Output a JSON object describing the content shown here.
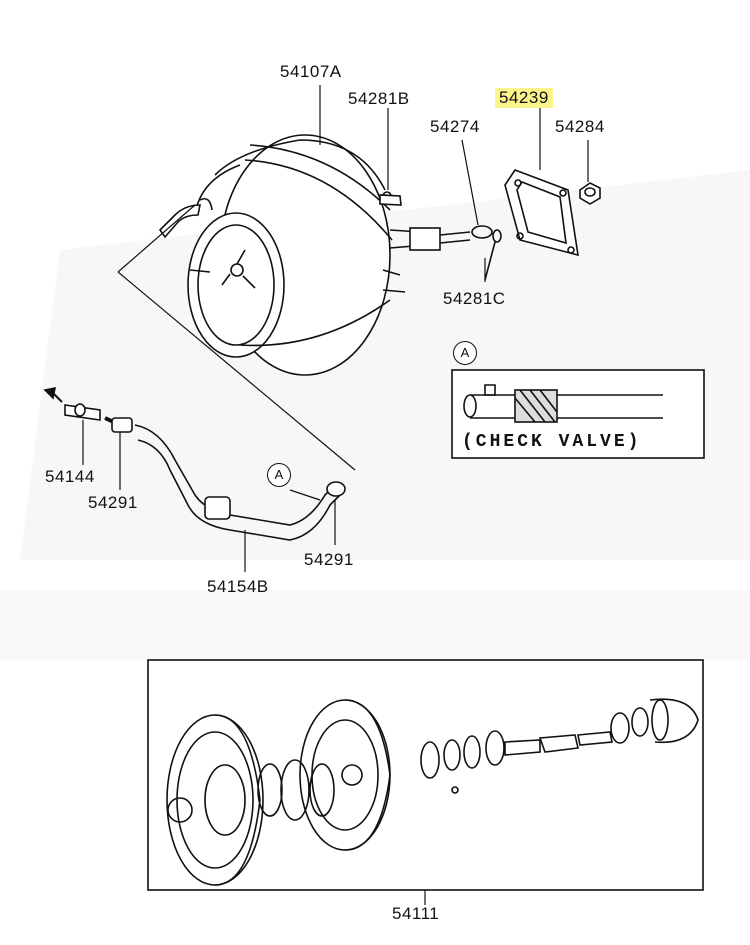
{
  "parts": {
    "p54107A": "54107A",
    "p54281B": "54281B",
    "p54239": "54239",
    "p54274": "54274",
    "p54284": "54284",
    "p54281C": "54281C",
    "p54144": "54144",
    "p54291a": "54291",
    "p54291b": "54291",
    "p54154B": "54154B",
    "p54111": "54111"
  },
  "detail": {
    "callout_main": "A",
    "callout_hose": "A",
    "caption": "(CHECK VALVE)"
  },
  "colors": {
    "highlight": "#fbf58c",
    "watermark": "#f1f1f1",
    "line": "#111111"
  }
}
